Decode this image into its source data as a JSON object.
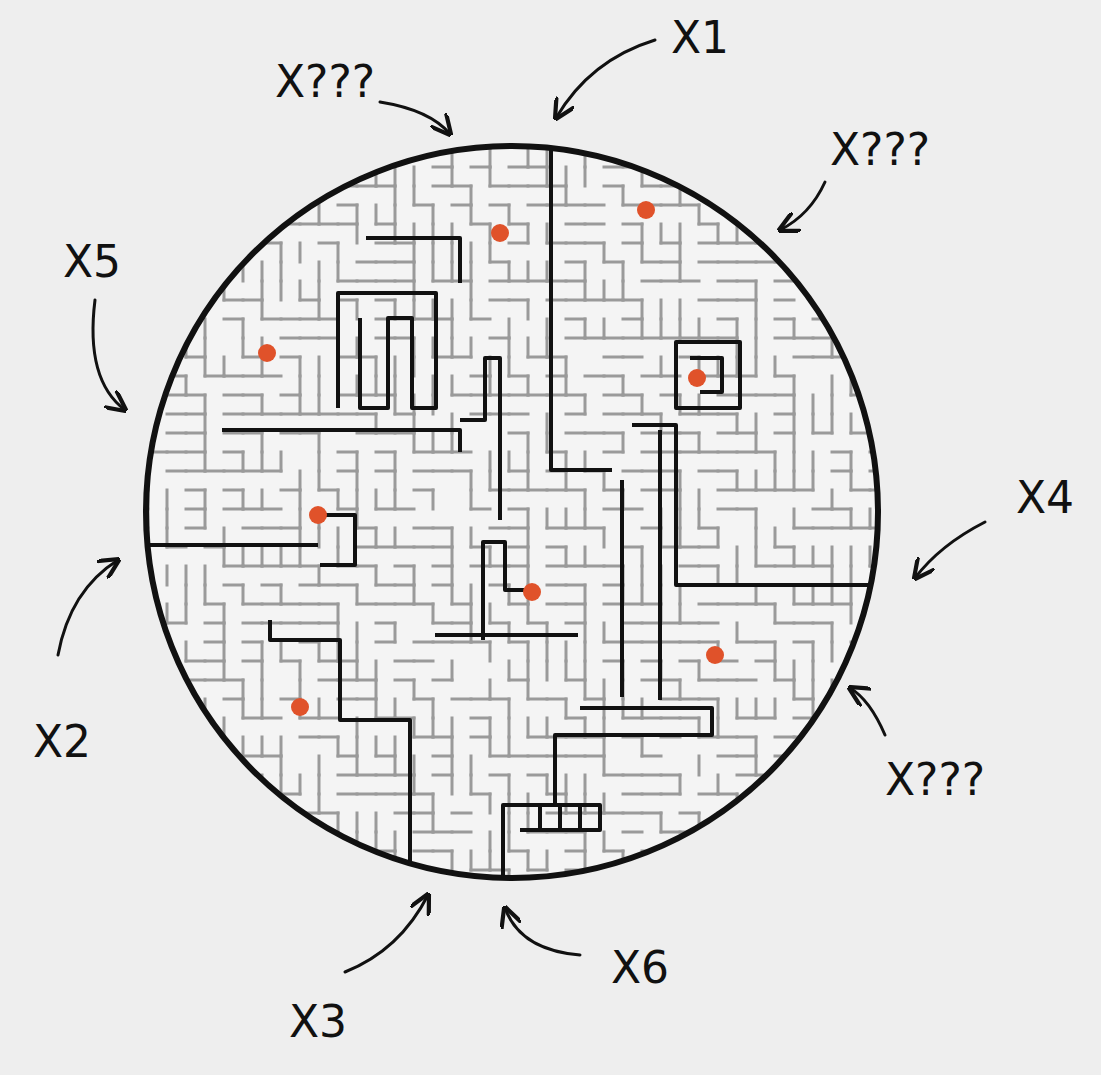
{
  "diagram": {
    "labels": [
      "X???",
      "X1",
      "X???",
      "X5",
      "X4",
      "X2",
      "X???",
      "X3",
      "X6"
    ]
  }
}
